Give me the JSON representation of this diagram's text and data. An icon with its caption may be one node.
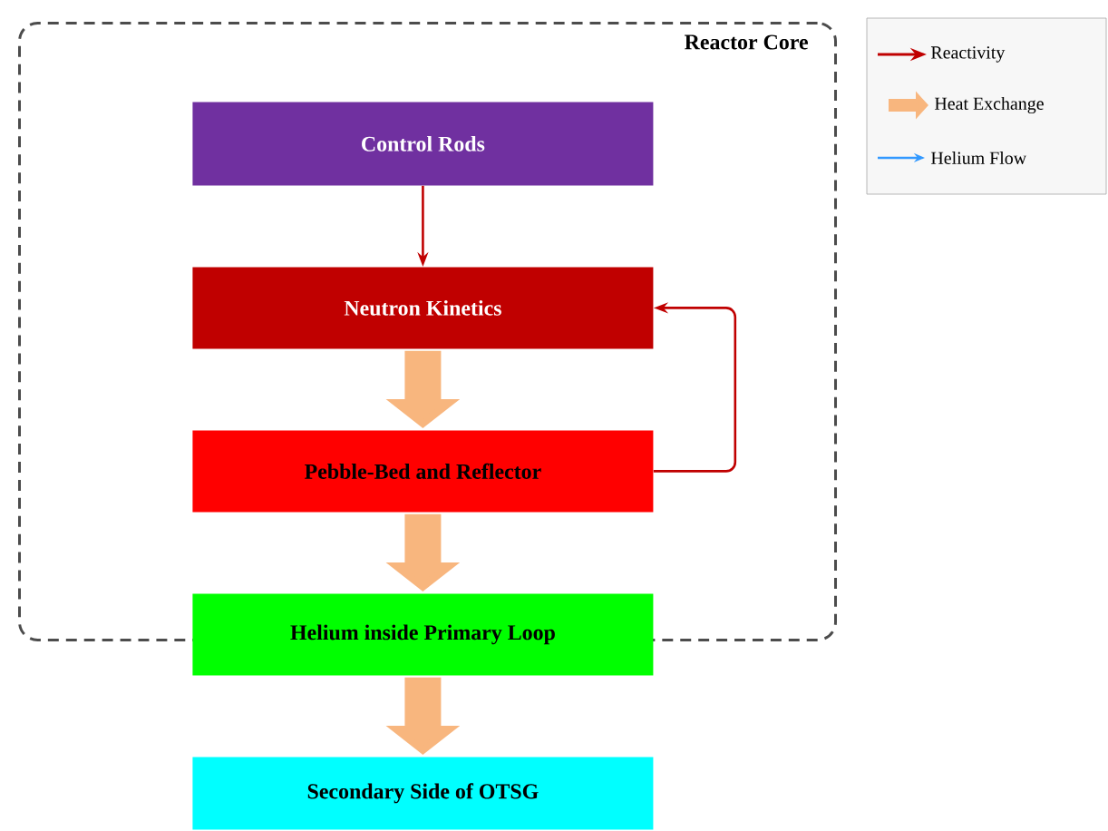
{
  "diagram": {
    "nodes": [
      {
        "text": [
          "Reactor Core"
        ]
      },
      {
        "text": [
          "Control Rods"
        ],
        "in": 0
      },
      {
        "text": [
          "Neutron Kinetics"
        ],
        "in": 0
      },
      {
        "text": [
          "Pebble-Bed and Reflector"
        ],
        "in": 0
      },
      {
        "text": [
          "Helium inside Primary Loop"
        ]
      },
      {
        "text": [
          "Secondary Side of OTSG"
        ]
      }
    ],
    "edges": [
      {
        "from": 1,
        "to": 2,
        "arrow": "to",
        "color": "#c00000"
      },
      {
        "from": 2,
        "to": 3,
        "arrow": "to"
      },
      {
        "from": 3,
        "to": 2,
        "arrow": "to",
        "color": "#c00000"
      },
      {
        "from": 3,
        "to": 4,
        "arrow": "to"
      },
      {
        "from": 4,
        "to": 5,
        "arrow": "to"
      }
    ],
    "legend": [
      {
        "text": "Reactivity"
      },
      {
        "text": "Heat Exchange"
      },
      {
        "text": "Helium Flow"
      }
    ]
  }
}
